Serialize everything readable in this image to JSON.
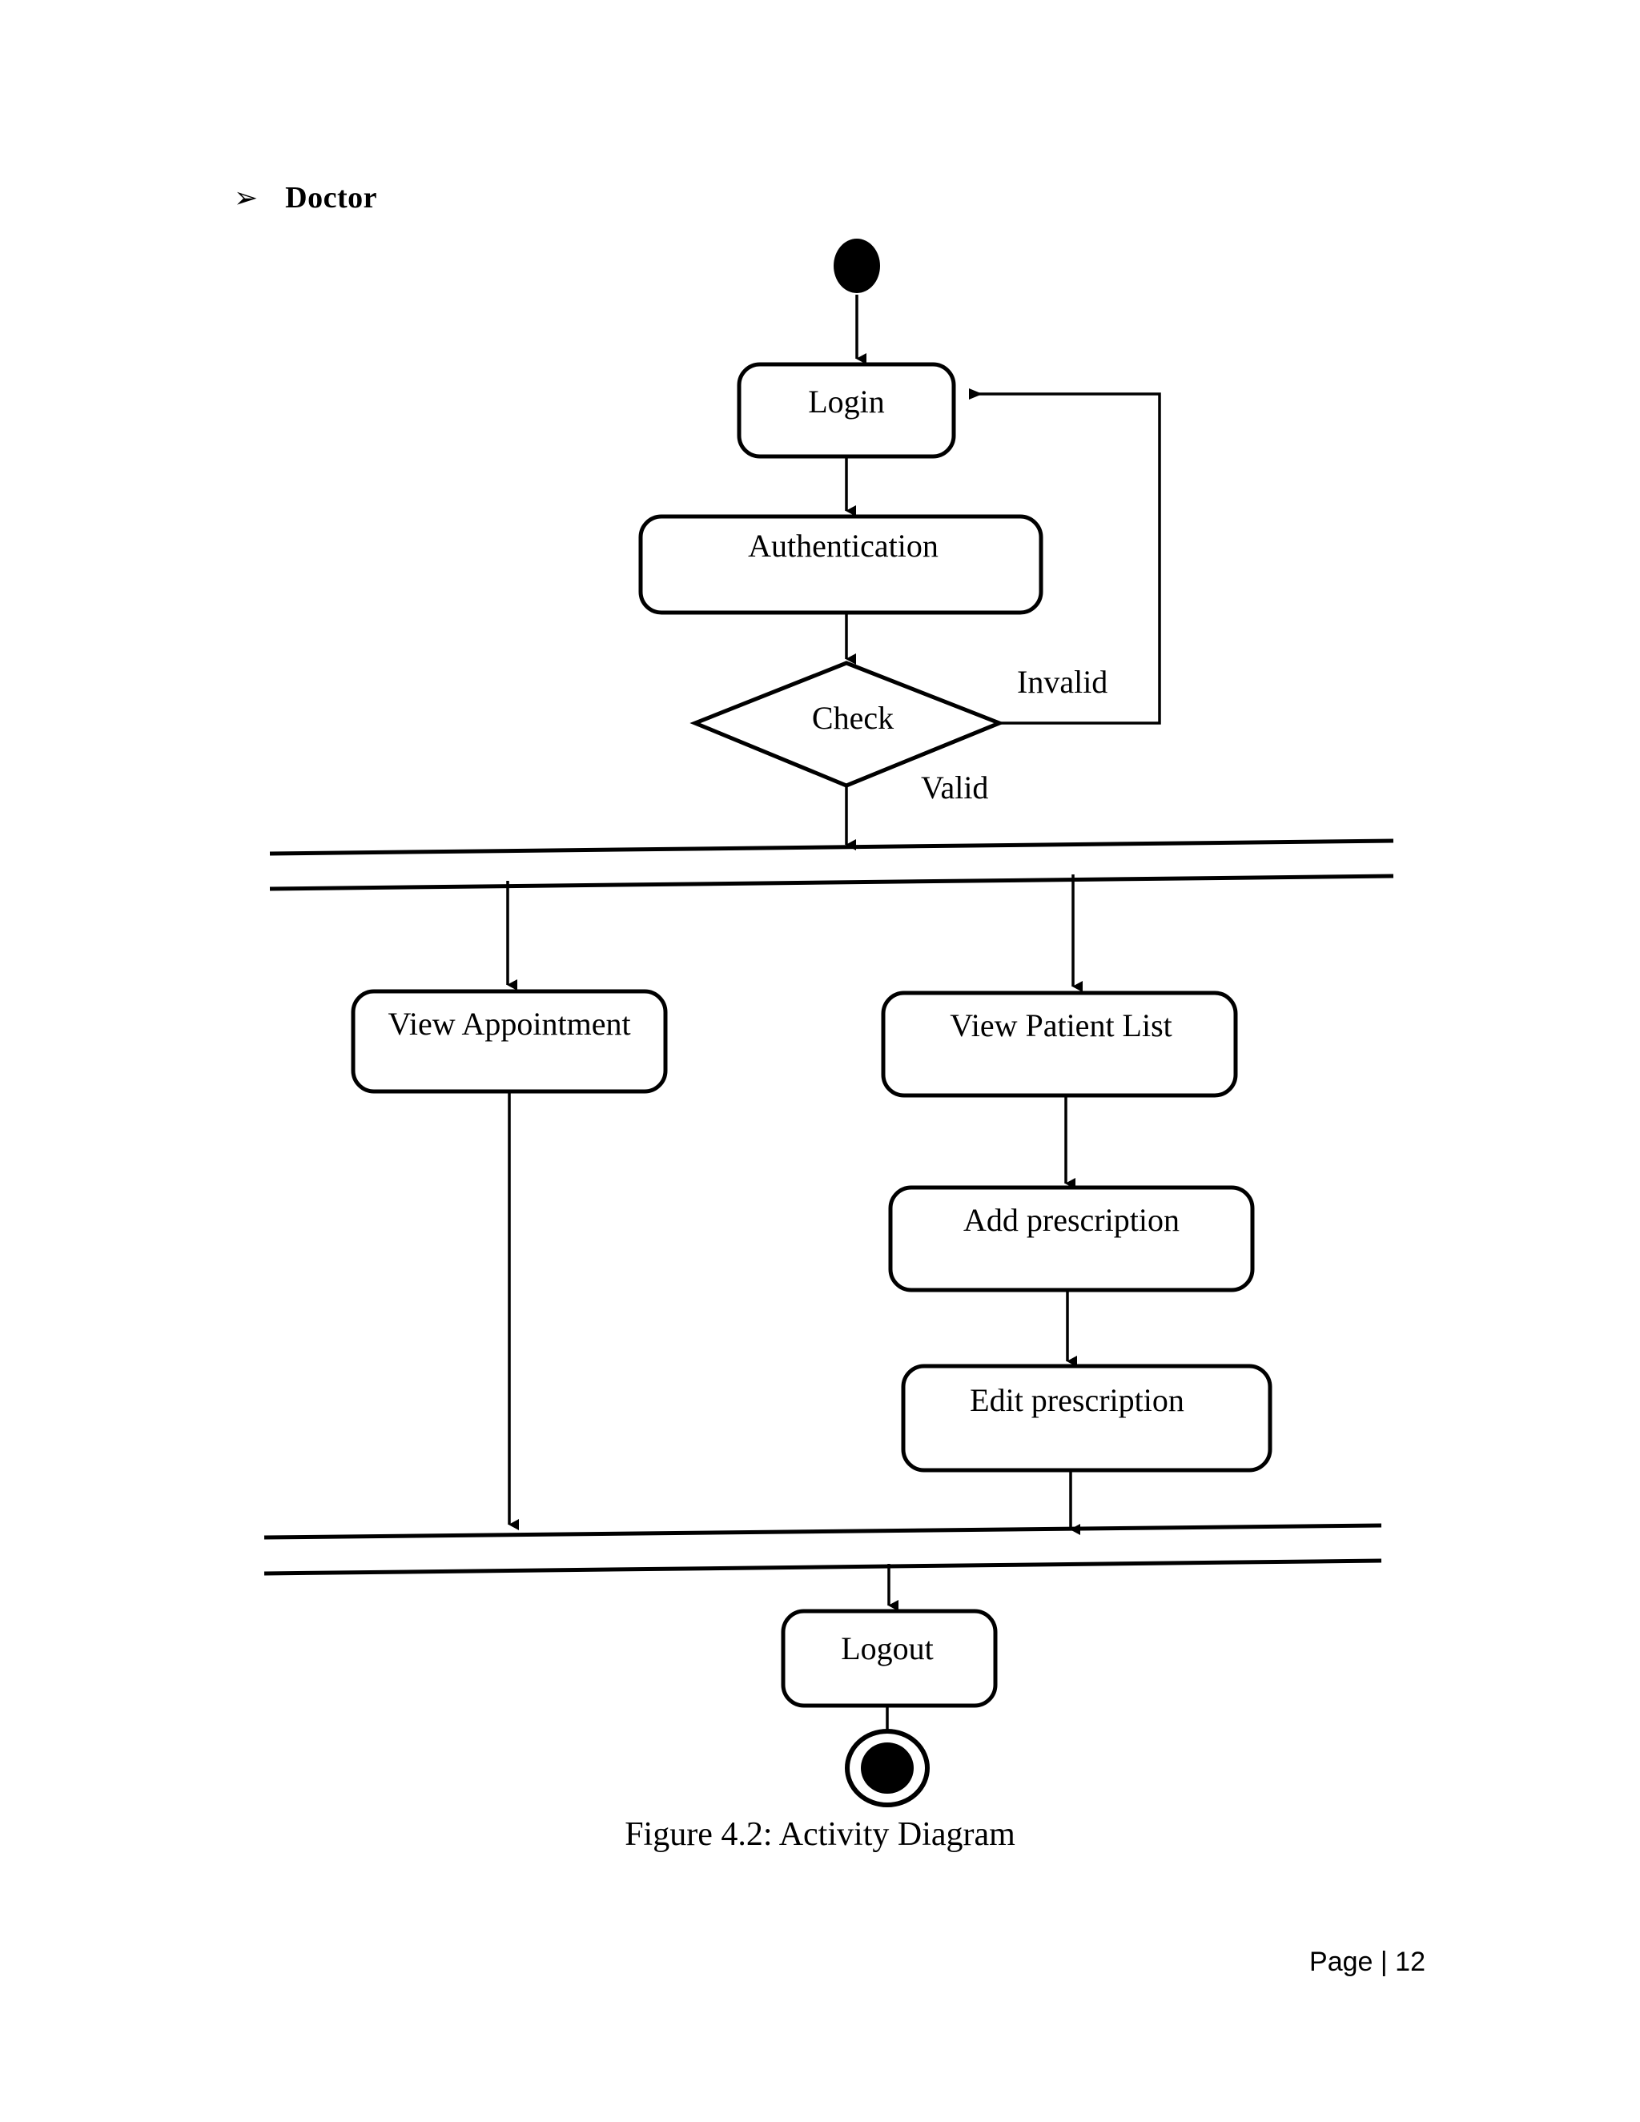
{
  "document": {
    "heading": {
      "bullet_icon": "arrow-bullet-icon",
      "bullet_glyph": "➢",
      "text": "Doctor"
    },
    "caption": "Figure 4.2: Activity Diagram",
    "footer": "Page | 12"
  },
  "chart_data": {
    "type": "diagram",
    "diagram_kind": "uml-activity-diagram",
    "title": "Figure 4.2: Activity Diagram",
    "actor": "Doctor",
    "colors": {
      "stroke": "#000000",
      "fill": "#ffffff",
      "background": "#ffffff"
    },
    "nodes": [
      {
        "id": "start",
        "type": "initial-node",
        "label": ""
      },
      {
        "id": "login",
        "type": "action",
        "label": "Login"
      },
      {
        "id": "authentication",
        "type": "action",
        "label": "Authentication"
      },
      {
        "id": "check",
        "type": "decision",
        "label": "Check"
      },
      {
        "id": "fork",
        "type": "fork-bar",
        "label": ""
      },
      {
        "id": "view_appointment",
        "type": "action",
        "label": "View Appointment"
      },
      {
        "id": "view_patient_list",
        "type": "action",
        "label": "View Patient List"
      },
      {
        "id": "add_prescription",
        "type": "action",
        "label": "Add prescription"
      },
      {
        "id": "edit_prescription",
        "type": "action",
        "label": "Edit prescription"
      },
      {
        "id": "join",
        "type": "join-bar",
        "label": ""
      },
      {
        "id": "logout",
        "type": "action",
        "label": "Logout"
      },
      {
        "id": "end",
        "type": "final-node",
        "label": ""
      }
    ],
    "edges": [
      {
        "from": "start",
        "to": "login",
        "guard": ""
      },
      {
        "from": "login",
        "to": "authentication",
        "guard": ""
      },
      {
        "from": "authentication",
        "to": "check",
        "guard": ""
      },
      {
        "from": "check",
        "to": "login",
        "guard": "Invalid"
      },
      {
        "from": "check",
        "to": "fork",
        "guard": "Valid"
      },
      {
        "from": "fork",
        "to": "view_appointment",
        "guard": ""
      },
      {
        "from": "fork",
        "to": "view_patient_list",
        "guard": ""
      },
      {
        "from": "view_patient_list",
        "to": "add_prescription",
        "guard": ""
      },
      {
        "from": "add_prescription",
        "to": "edit_prescription",
        "guard": ""
      },
      {
        "from": "view_appointment",
        "to": "join",
        "guard": ""
      },
      {
        "from": "edit_prescription",
        "to": "join",
        "guard": ""
      },
      {
        "from": "join",
        "to": "logout",
        "guard": ""
      },
      {
        "from": "logout",
        "to": "end",
        "guard": ""
      }
    ],
    "guards": [
      "Invalid",
      "Valid"
    ]
  },
  "labels": {
    "login": "Login",
    "authentication": "Authentication",
    "check": "Check",
    "invalid": "Invalid",
    "valid": "Valid",
    "view_appointment": "View Appointment",
    "view_patient_list": "View Patient List",
    "add_prescription": "Add prescription",
    "edit_prescription": "Edit prescription",
    "logout": "Logout"
  }
}
